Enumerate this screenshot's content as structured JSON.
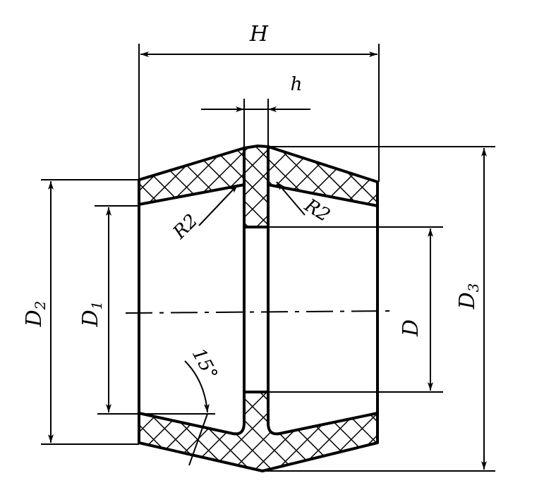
{
  "diagram": {
    "type": "engineering-cross-section",
    "subject": "hourglass/bushing section with hatched shell and central web",
    "colors": {
      "ink": "#000000",
      "background": "#ffffff"
    },
    "dimensions": {
      "H": {
        "label": "H"
      },
      "h": {
        "label": "h"
      },
      "R_left": {
        "label": "R2"
      },
      "R_right": {
        "label": "R2"
      },
      "D1": {
        "label": "D",
        "sub": "1"
      },
      "D2": {
        "label": "D",
        "sub": "2"
      },
      "D3": {
        "label": "D",
        "sub": "3"
      },
      "D": {
        "label": "D"
      },
      "angle": {
        "label": "15°"
      }
    }
  }
}
